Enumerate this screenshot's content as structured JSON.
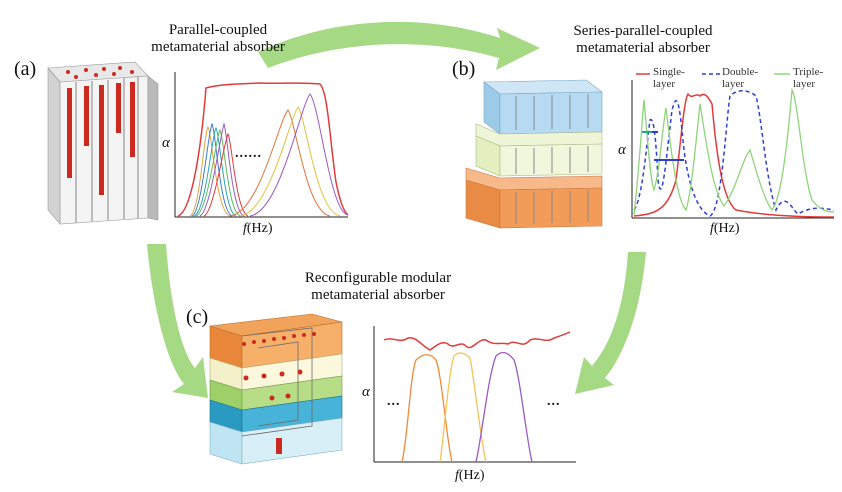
{
  "panels": {
    "a": {
      "label": "(a)",
      "title_line1": "Parallel-coupled",
      "title_line2": "metamaterial absorber",
      "ylabel": "α",
      "xlabel_f": "f",
      "xlabel_unit": "(Hz)",
      "ellipsis": "......"
    },
    "b": {
      "label": "(b)",
      "title_line1": "Series-parallel-coupled",
      "title_line2": "metamaterial absorber",
      "ylabel": "α",
      "xlabel_f": "f",
      "xlabel_unit": "(Hz)",
      "legend": [
        {
          "line1": "Single-",
          "line2": "layer",
          "color": "#e23b3b",
          "style": "solid"
        },
        {
          "line1": "Double-",
          "line2": "layer",
          "color": "#2e3fd6",
          "style": "dashed"
        },
        {
          "line1": "Triple-",
          "line2": "layer",
          "color": "#8fd47a",
          "style": "solid"
        }
      ]
    },
    "c": {
      "label": "(c)",
      "title_line1": "Reconfigurable modular",
      "title_line2": "metamaterial absorber",
      "ylabel": "α",
      "xlabel_f": "f",
      "xlabel_unit": "(Hz)",
      "ellipsis_left": "...",
      "ellipsis_right": "..."
    }
  },
  "colors": {
    "arrow": "#9ed377",
    "envelope": "#e23b3b",
    "orange": "#f08a3a",
    "yellow": "#f2c45a",
    "purple": "#9a5bc2",
    "blue": "#3a7bd5",
    "teal": "#2aa6b8",
    "green": "#5bbf5b"
  }
}
